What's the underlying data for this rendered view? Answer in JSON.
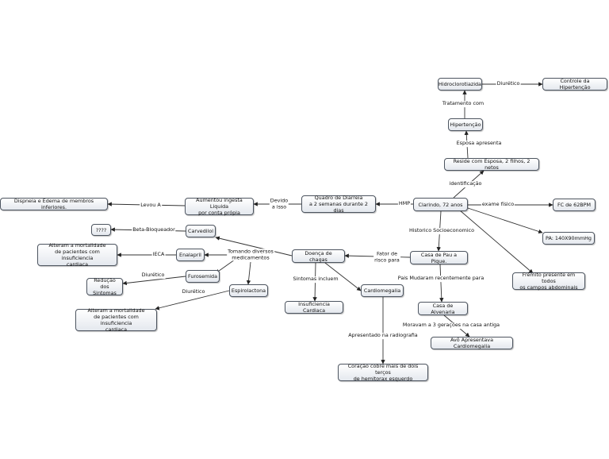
{
  "nodes": {
    "hidroclorotiazida": "Hidroclorotiazida",
    "controle_hipertensao": "Controle da Hipertenção",
    "hipertensao": "Hipertenção",
    "reside": "Reside com Esposa, 2 filhos, 2 netos",
    "clarindo": "Clarindo, 72 anos",
    "quadro_diarreia": "Quadro de Diarreia\na 2 semanas durante 2 dias",
    "aumentou_ingesta": "Aumentou ingesta Liquida\npor conta própia",
    "dispneia": "Dispneia e Edema de membros inferiores.",
    "fc": "FC de 62BPM",
    "pa": "PA: 140X90mmHg",
    "fremito": "Frêmito presente em todos\nos campos abdominais",
    "casa_pau": "Casa de Pau a Pique.",
    "doenca_chagas": "Doença de chagas",
    "carvedilol": "Carvedilol",
    "interrogacao": "????",
    "enalapril": "Enalapril",
    "alteram_1": "Alteram a  mortalidade\nde pacientes com insuficiencia\ncardiaca",
    "furosemida": "Furosemida",
    "reducao": "Redução dos\nSintomas",
    "espirolactona": "Espirolactona",
    "alteram_2": "Alteram a  mortalidade\nde pacientes com insuficiencia\ncardiaca",
    "cardiomegalia": "Cardiomegalia",
    "insuficiencia": "Insuficiencia Cardiaca",
    "coracao": "Coração cobre mais de dois terços\nde hemitorax esquerdo",
    "casa_alvenaria": "Casa de Alvenaria",
    "avo": "Avô Apresentava Cardiomegalia"
  },
  "labels": {
    "diuretico_1": "Diurético",
    "tratamento_com": "Tratamento com",
    "esposa_apresenta": "Esposa apresenta",
    "identificacao": "identificação",
    "hmp": "HMP",
    "devido_a_isso": "Devido\na isso",
    "levou_a": "Levou A",
    "exame_fisico": "exame físico",
    "historico": "Historico Socioeconomico",
    "fator_de_risco": "Fator de\nrisco para",
    "tomando": "Tomando diversos\nmedicamentos",
    "beta_bloqueador": "Beta-Bloqueador",
    "ieca": "IECA",
    "diuretico_2": "Diurético",
    "diuretico_3": "Diurético",
    "sintomas_incluem": "Sintomas incluem",
    "pais_mudaram": "Pais Mudaram recentemente para",
    "moravam": "Moravam a 3 gerações na casa antiga",
    "apresentado_radiografia": "Apresentado na radiografia"
  }
}
